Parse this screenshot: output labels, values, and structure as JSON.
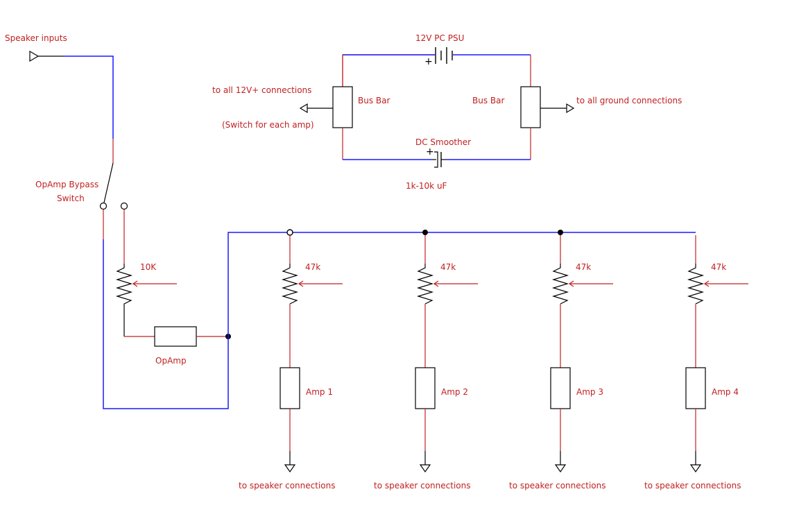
{
  "labels": {
    "speaker_inputs": "Speaker inputs",
    "psu": "12V PC PSU",
    "plus_psu": "+",
    "to_12v": "to all 12V+ connections",
    "switch_each": "(Switch for each amp)",
    "bus_bar_left": "Bus Bar",
    "bus_bar_right": "Bus Bar",
    "to_ground": "to all ground connections",
    "dc_smoother": "DC Smoother",
    "plus_cap": "+",
    "cap_value": "1k-10k uF",
    "opamp_bypass_1": "OpAmp Bypass",
    "opamp_bypass_2": "Switch",
    "pot_10k": "10K",
    "opamp": "OpAmp"
  },
  "channels": [
    {
      "pot": "47k",
      "amp": "Amp 1",
      "out": "to speaker connections"
    },
    {
      "pot": "47k",
      "amp": "Amp 2",
      "out": "to speaker connections"
    },
    {
      "pot": "47k",
      "amp": "Amp 3",
      "out": "to speaker connections"
    },
    {
      "pot": "47k",
      "amp": "Amp 4",
      "out": "to speaker connections"
    }
  ],
  "colors": {
    "wire": "#1a1aff",
    "lead": "#c02020",
    "component": "#000000",
    "text": "#c02020"
  }
}
